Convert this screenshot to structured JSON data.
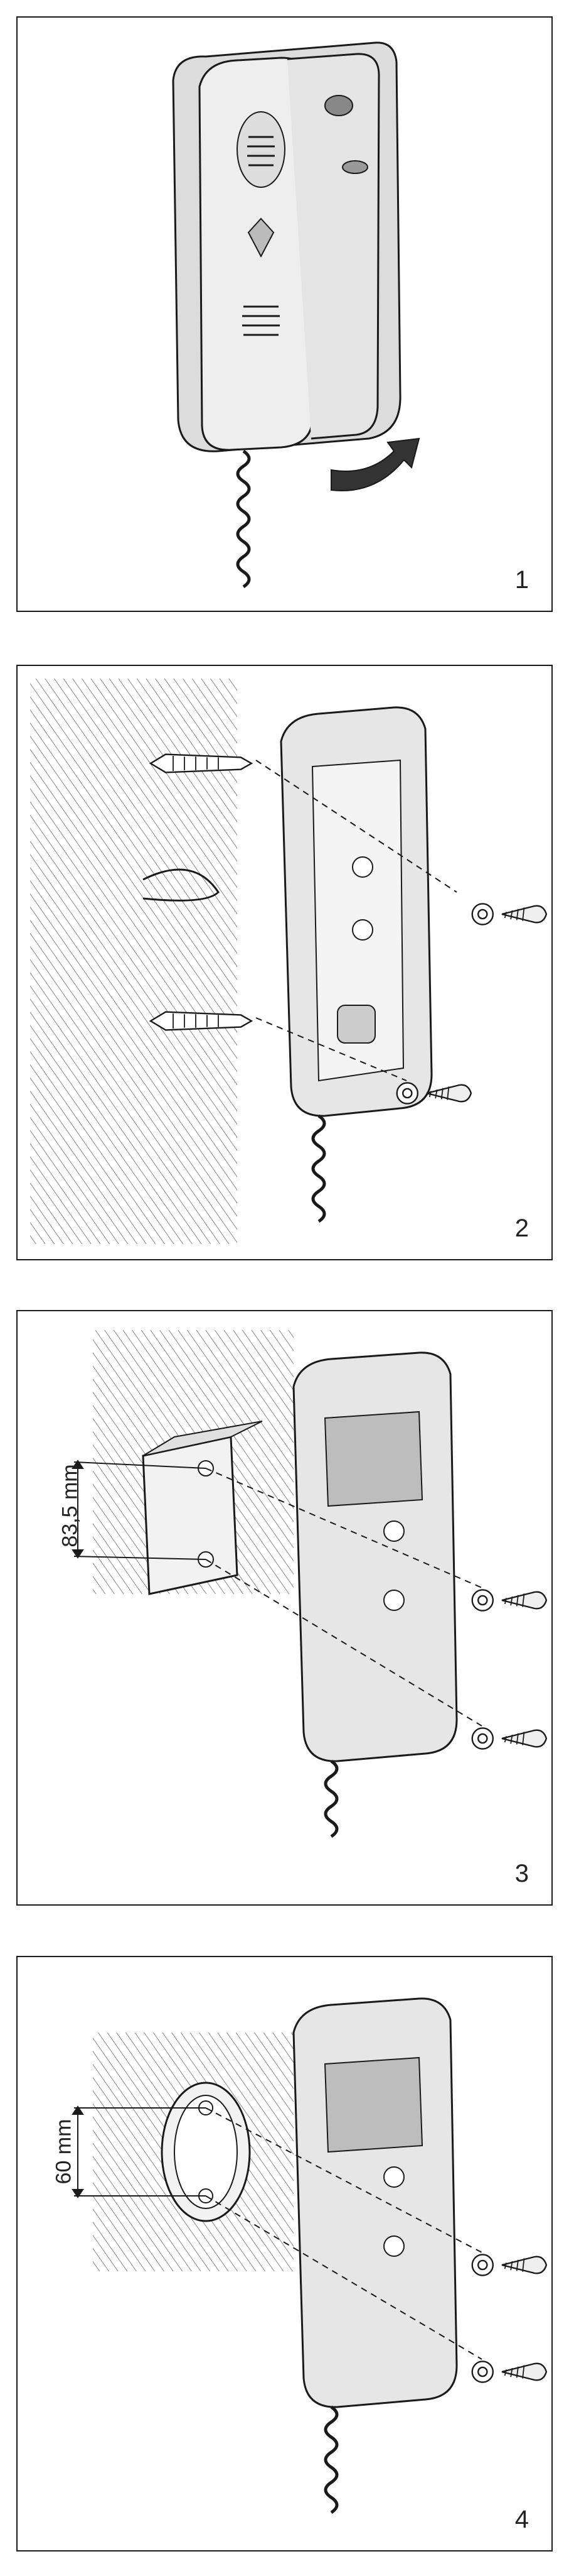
{
  "steps": [
    {
      "number": "1"
    },
    {
      "number": "2"
    },
    {
      "number": "3",
      "dimension": "83,5 mm"
    },
    {
      "number": "4",
      "dimension": "60 mm"
    }
  ],
  "colors": {
    "line": "#1a1a1a",
    "housing": "#dcdcdc",
    "board": "#bdbdbd",
    "arrow": "#333333"
  }
}
